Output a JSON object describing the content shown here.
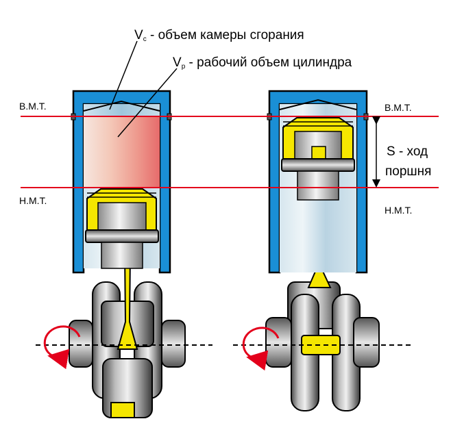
{
  "labels": {
    "vc_symbol": "V",
    "vc_sub": "c",
    "vc_text": " - объем камеры сгорания",
    "vp_symbol": "V",
    "vp_sub": "p",
    "vp_text": " - рабочий объем цилиндра",
    "tdc_left": "В.М.Т.",
    "bdc_left": "Н.М.Т.",
    "tdc_right": "В.М.Т.",
    "bdc_right": "Н.М.Т.",
    "stroke_line1": "S - ход",
    "stroke_line2": "поршня"
  },
  "colors": {
    "cylinder_wall": "#1a8fd6",
    "outline": "#000000",
    "dead_center_line": "#e3001b",
    "rotation_arrow": "#e3001b",
    "piston_ring_gold": "#f5e600",
    "working_volume": "#e86a6a",
    "combustion_chamber": "#a9cde0",
    "crank_metal": "#8a8a8a"
  },
  "icons": {
    "rotation": "rotation-arrow-icon",
    "dimension": "double-arrow-icon"
  }
}
